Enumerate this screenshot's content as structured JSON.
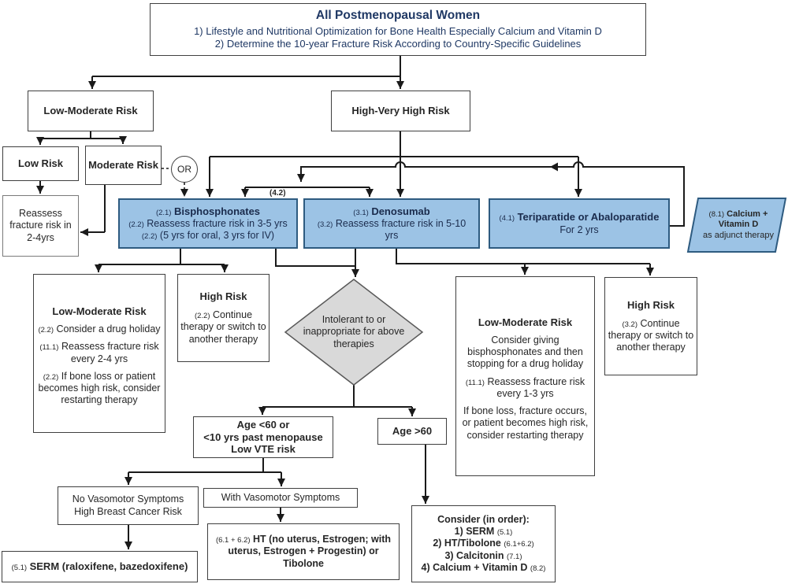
{
  "colors": {
    "node_blue": "#9CC3E5",
    "node_blue_border": "#2E5B80",
    "diamond_gray": "#D9D9D9",
    "title_text": "#1F3864",
    "body_text": "#262626",
    "line": "#1a1a1a"
  },
  "title": {
    "heading": "All Postmenopausal Women",
    "line1": "1) Lifestyle and Nutritional Optimization for Bone Health Especially Calcium and Vitamin D",
    "line2": "2) Determine the 10-year Fracture Risk According to Country-Specific Guidelines"
  },
  "labels": {
    "or": "OR",
    "ref_4_2": "(4.2)"
  },
  "nodes": {
    "low_moderate_top": {
      "label": "Low-Moderate Risk"
    },
    "high_very_high": {
      "label": "High-Very High Risk"
    },
    "low_risk": {
      "label": "Low Risk"
    },
    "moderate_risk": {
      "label": "Moderate Risk"
    },
    "reassess_2_4": {
      "text": "Reassess fracture risk in 2-4yrs"
    },
    "bisphosphonates": {
      "ref1": "(2.1)",
      "name": "Bisphosphonates",
      "ref2": "(2.2)",
      "line2": "Reassess fracture risk in 3-5 yrs",
      "ref3": "(2.2)",
      "line3": "(5 yrs for oral, 3 yrs for IV)"
    },
    "denosumab": {
      "ref1": "(3.1)",
      "name": "Denosumab",
      "ref2": "(3.2)",
      "line2": "Reassess fracture risk in 5-10 yrs"
    },
    "teriparatide": {
      "ref1": "(4.1)",
      "name": "Teriparatide or Abaloparatide",
      "line2": "For 2 yrs"
    },
    "calcium_adjunct": {
      "ref1": "(8.1)",
      "name": "Calcium + Vitamin D",
      "line2": "as adjunct therapy"
    },
    "left_low_moderate": {
      "header": "Low-Moderate Risk",
      "p1_ref": "(2.2)",
      "p1": "Consider a drug holiday",
      "p2_ref": "(11.1)",
      "p2": "Reassess fracture risk every 2-4 yrs",
      "p3_ref": "(2.2)",
      "p3": "If bone loss or patient becomes high risk, consider restarting therapy"
    },
    "left_high_risk": {
      "header": "High Risk",
      "p1_ref": "(2.2)",
      "p1": "Continue therapy or switch to another therapy"
    },
    "diamond": {
      "text": "Intolerant to or inappropriate for above therapies"
    },
    "right_low_moderate": {
      "header": "Low-Moderate Risk",
      "p1": "Consider giving bisphosphonates and then stopping for a drug holiday",
      "p2_ref": "(11.1)",
      "p2": "Reassess fracture risk every 1-3 yrs",
      "p3": "If bone loss, fracture occurs, or patient becomes high risk, consider restarting therapy"
    },
    "right_high_risk": {
      "header": "High Risk",
      "p1_ref": "(3.2)",
      "p1": "Continue therapy or switch to another therapy"
    },
    "age_lt_60": {
      "line1": "Age <60 or",
      "line2": "<10 yrs past menopause",
      "line3": "Low VTE risk"
    },
    "age_gt_60": {
      "label": "Age >60"
    },
    "no_vasomotor": {
      "line1": "No Vasomotor Symptoms",
      "line2": "High Breast Cancer Risk"
    },
    "with_vasomotor": {
      "label": "With Vasomotor Symptoms"
    },
    "serm": {
      "ref": "(5.1)",
      "text": "SERM (raloxifene, bazedoxifene)"
    },
    "ht": {
      "ref": "(6.1 + 6.2)",
      "text": "HT (no uterus, Estrogen; with uterus, Estrogen + Progestin) or Tibolone"
    },
    "consider": {
      "header": "Consider (in order):",
      "i1": "1) SERM",
      "i1_ref": "(5.1)",
      "i2": "2) HT/Tibolone",
      "i2_ref": "(6.1+6.2)",
      "i3": "3) Calcitonin",
      "i3_ref": "(7.1)",
      "i4": "4) Calcium + Vitamin D",
      "i4_ref": "(8.2)"
    }
  }
}
